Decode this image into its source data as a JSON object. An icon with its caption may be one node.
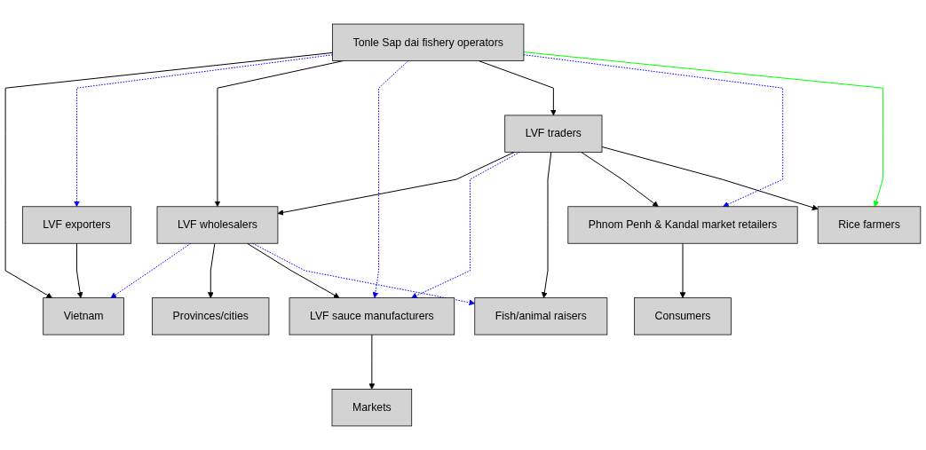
{
  "diagram": {
    "nodes": [
      {
        "text": [
          "Tonle Sap dai fishery operators"
        ]
      },
      {
        "text": [
          "LVF exporters"
        ]
      },
      {
        "text": [
          "LVF traders"
        ]
      },
      {
        "text": [
          "LVF wholesalers"
        ]
      },
      {
        "text": [
          "Phnom Penh & Kandal market retailers"
        ]
      },
      {
        "text": [
          "Rice farmers"
        ]
      },
      {
        "text": [
          "Vietnam"
        ]
      },
      {
        "text": [
          "Provinces/cities"
        ]
      },
      {
        "text": [
          "LVF sauce manufacturers"
        ]
      },
      {
        "text": [
          "Fish/animal raisers"
        ]
      },
      {
        "text": [
          "Consumers"
        ]
      },
      {
        "text": [
          "Markets"
        ]
      }
    ],
    "edges": [
      {
        "from": 0,
        "to": 6,
        "arrow": "to"
      },
      {
        "from": 0,
        "to": 1,
        "arrow": "to",
        "style": "dashed",
        "color": "#0000ff"
      },
      {
        "from": 0,
        "to": 3,
        "arrow": "to"
      },
      {
        "from": 0,
        "to": 8,
        "arrow": "to",
        "style": "dashed",
        "color": "#0000ff"
      },
      {
        "from": 0,
        "to": 2,
        "arrow": "to"
      },
      {
        "from": 0,
        "to": 4,
        "arrow": "to",
        "style": "dashed",
        "color": "#0000ff"
      },
      {
        "from": 0,
        "to": 5,
        "arrow": "to",
        "color": "#00ff00"
      },
      {
        "from": 1,
        "to": 6,
        "arrow": "to"
      },
      {
        "from": 2,
        "to": 3,
        "arrow": "to"
      },
      {
        "from": 2,
        "to": 8,
        "arrow": "to",
        "style": "dashed",
        "color": "#0000ff"
      },
      {
        "from": 2,
        "to": 9,
        "arrow": "to"
      },
      {
        "from": 2,
        "to": 4,
        "arrow": "to"
      },
      {
        "from": 2,
        "to": 5,
        "arrow": "to"
      },
      {
        "from": 3,
        "to": 6,
        "arrow": "to",
        "style": "dashed",
        "color": "#0000ff"
      },
      {
        "from": 3,
        "to": 7,
        "arrow": "to"
      },
      {
        "from": 3,
        "to": 8,
        "arrow": "to"
      },
      {
        "from": 3,
        "to": 9,
        "arrow": "to",
        "style": "dashed",
        "color": "#0000ff"
      },
      {
        "from": 4,
        "to": 10,
        "arrow": "to"
      },
      {
        "from": 8,
        "to": 11,
        "arrow": "to"
      }
    ]
  }
}
